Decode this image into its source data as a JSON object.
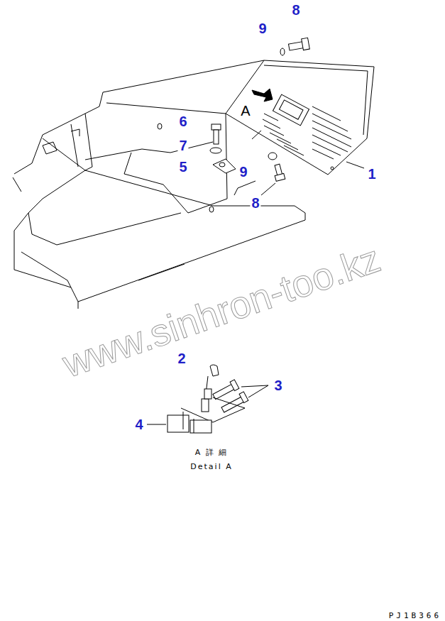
{
  "diagram": {
    "labels": [
      "8",
      "9",
      "6",
      "7",
      "5",
      "9",
      "1",
      "8",
      "A",
      "www.sinhron-too.kz",
      "2",
      "3",
      "4",
      "A 詳 細",
      "Detail A",
      "PJ1B366"
    ]
  }
}
